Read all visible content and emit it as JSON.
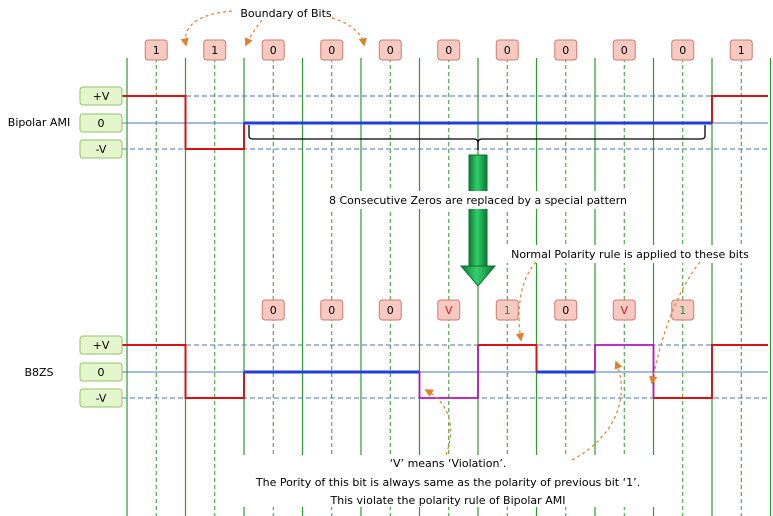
{
  "annotations": {
    "boundary": "Boundary of Bits",
    "replace": "8 Consecutive  Zeros are replaced by a special pattern",
    "normal_rule": "Normal Polarity rule is applied to these bits",
    "v_meaning_1": "‘V’ means  ‘Violation’.",
    "v_meaning_2": "The Pority of this bit is always same as the polarity of previous bit ‘1’.",
    "v_meaning_3": "This violate the polarity rule of Bipolar AMI"
  },
  "top_signal": {
    "name": "Bipolar AMI",
    "level_labels": [
      "+V",
      "0",
      "-V"
    ],
    "bits": [
      "1",
      "1",
      "0",
      "0",
      "0",
      "0",
      "0",
      "0",
      "0",
      "0",
      "1"
    ]
  },
  "bottom_signal": {
    "name": "B8ZS",
    "level_labels": [
      "+V",
      "0",
      "-V"
    ],
    "bits": [
      "0",
      "0",
      "0",
      "V",
      "1",
      "0",
      "V",
      "1"
    ]
  },
  "colors": {
    "grid_green": "#2a9d2a",
    "level_dash": "#4a78b0",
    "pulse_red": "#dd1111",
    "zero_blue": "#1f3fd8",
    "violation_magenta": "#bb11bb",
    "arrow_orange": "#e0822c",
    "label_box_fill": "#e4f6cc",
    "label_box_border": "#93c167",
    "bit_box_fill": "#f7c9c0",
    "bit_box_border": "#cf7a6d",
    "big_arrow": "#16a84a"
  }
}
